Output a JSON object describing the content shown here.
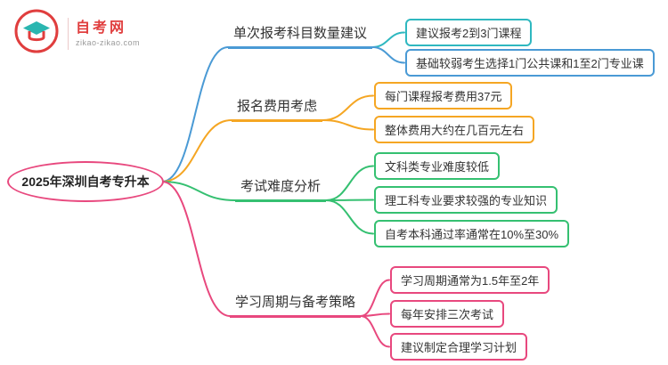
{
  "logo": {
    "site_name": "自考网",
    "site_url": "zikao-zikao.com",
    "brand_color": "#e03e3e",
    "icon": "graduation-cap-in-circle"
  },
  "root": {
    "label": "2025年深圳自考专升本",
    "color": "#e8487e"
  },
  "branches": [
    {
      "label": "单次报考科目数量建议",
      "color": "#4a9ad5",
      "children": [
        {
          "text": "建议报考2到3门课程",
          "color": "#2fb8c0"
        },
        {
          "text": "基础较弱考生选择1门公共课和1至2门专业课",
          "color": "#4a9ad5"
        }
      ]
    },
    {
      "label": "报名费用考虑",
      "color": "#f5a623",
      "children": [
        {
          "text": "每门课程报考费用37元",
          "color": "#f5a623"
        },
        {
          "text": "整体费用大约在几百元左右",
          "color": "#f5a623"
        }
      ]
    },
    {
      "label": "考试难度分析",
      "color": "#35c071",
      "children": [
        {
          "text": "文科类专业难度较低",
          "color": "#35c071"
        },
        {
          "text": "理工科专业要求较强的专业知识",
          "color": "#35c071"
        },
        {
          "text": "自考本科通过率通常在10%至30%",
          "color": "#35c071"
        }
      ]
    },
    {
      "label": "学习周期与备考策略",
      "color": "#e8487e",
      "children": [
        {
          "text": "学习周期通常为1.5年至2年",
          "color": "#e8487e"
        },
        {
          "text": "每年安排三次考试",
          "color": "#e8487e"
        },
        {
          "text": "建议制定合理学习计划",
          "color": "#e8487e"
        }
      ]
    }
  ]
}
